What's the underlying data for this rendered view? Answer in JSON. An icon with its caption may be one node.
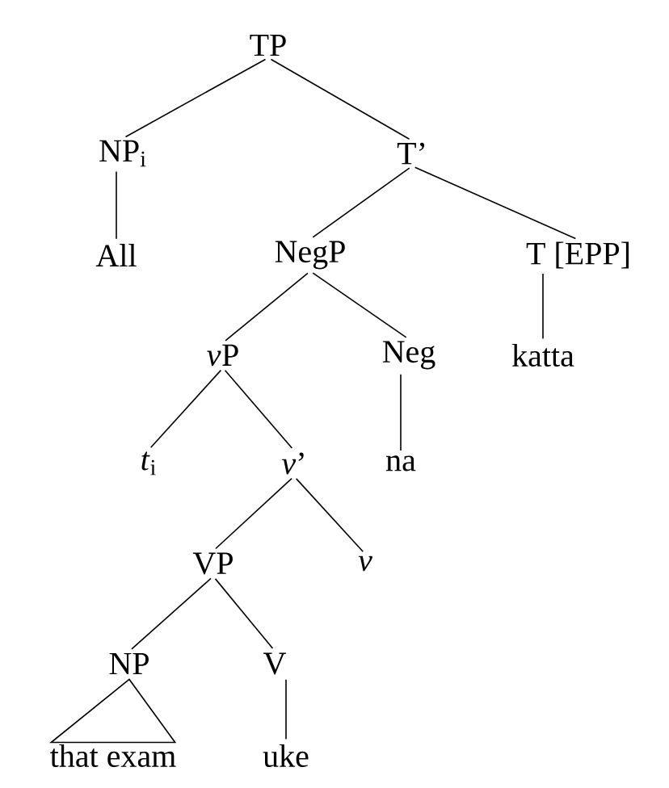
{
  "diagram": {
    "nodes": [
      {
        "text": [
          "TP"
        ]
      },
      {
        "text": [
          "NP$_{i}$"
        ]
      },
      {
        "text": [
          "T’"
        ]
      },
      {
        "text": [
          "All"
        ]
      },
      {
        "text": [
          "NegP"
        ]
      },
      {
        "text": [
          "T [EPP]"
        ]
      },
      {
        "text": [
          "*v* P"
        ]
      },
      {
        "text": [
          "Neg"
        ]
      },
      {
        "text": [
          "katta"
        ]
      },
      {
        "text": [
          "*t*$_{i}$"
        ]
      },
      {
        "text": [
          "*v*’"
        ]
      },
      {
        "text": [
          "na"
        ]
      },
      {
        "text": [
          "VP"
        ]
      },
      {
        "text": [
          "v"
        ]
      },
      {
        "text": [
          "NP"
        ]
      },
      {
        "text": [
          "V"
        ]
      },
      {
        "text": [
          "that exam"
        ]
      },
      {
        "text": [
          "uke"
        ]
      }
    ],
    "edges": [
      {
        "from": 0,
        "to": 1,
        "arrow": "none"
      },
      {
        "from": 0,
        "to": 2,
        "arrow": "none"
      },
      {
        "from": 1,
        "to": 3,
        "arrow": "none"
      },
      {
        "from": 2,
        "to": 4,
        "arrow": "none"
      },
      {
        "from": 2,
        "to": 5,
        "arrow": "none"
      },
      {
        "from": 4,
        "to": 6,
        "arrow": "none"
      },
      {
        "from": 4,
        "to": 7,
        "arrow": "none"
      },
      {
        "from": 5,
        "to": 8,
        "arrow": "none"
      },
      {
        "from": 6,
        "to": 9,
        "arrow": "none"
      },
      {
        "from": 6,
        "to": 10,
        "arrow": "none"
      },
      {
        "from": 7,
        "to": 11,
        "arrow": "none"
      },
      {
        "from": 10,
        "to": 12,
        "arrow": "none"
      },
      {
        "from": 10,
        "to": 13,
        "arrow": "none"
      },
      {
        "from": 12,
        "to": 14,
        "arrow": "none"
      },
      {
        "from": 12,
        "to": 15,
        "arrow": "none"
      },
      {
        "from": 14,
        "to": 16,
        "arrow": "none"
      },
      {
        "from": 15,
        "to": 17,
        "arrow": "none"
      }
    ]
  }
}
